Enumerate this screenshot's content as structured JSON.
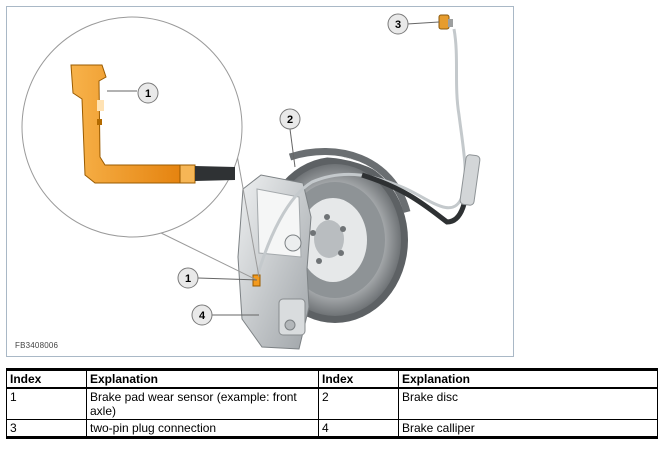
{
  "figure": {
    "code": "FB3408006",
    "callouts": [
      {
        "id": "callout-1-magnified",
        "label": "1"
      },
      {
        "id": "callout-1",
        "label": "1"
      },
      {
        "id": "callout-2",
        "label": "2"
      },
      {
        "id": "callout-3",
        "label": "3"
      },
      {
        "id": "callout-4",
        "label": "4"
      }
    ],
    "colors": {
      "sensor": "#f39a1d",
      "frame": "#a9b8c6",
      "metal": "#c7cbce",
      "dark": "#4a4d50"
    }
  },
  "legend": {
    "headers": [
      "Index",
      "Explanation",
      "Index",
      "Explanation"
    ],
    "rows": [
      [
        "1",
        "Brake pad wear sensor (example: front axle)",
        "2",
        "Brake disc"
      ],
      [
        "3",
        "two-pin plug connection",
        "4",
        "Brake calliper"
      ]
    ]
  }
}
